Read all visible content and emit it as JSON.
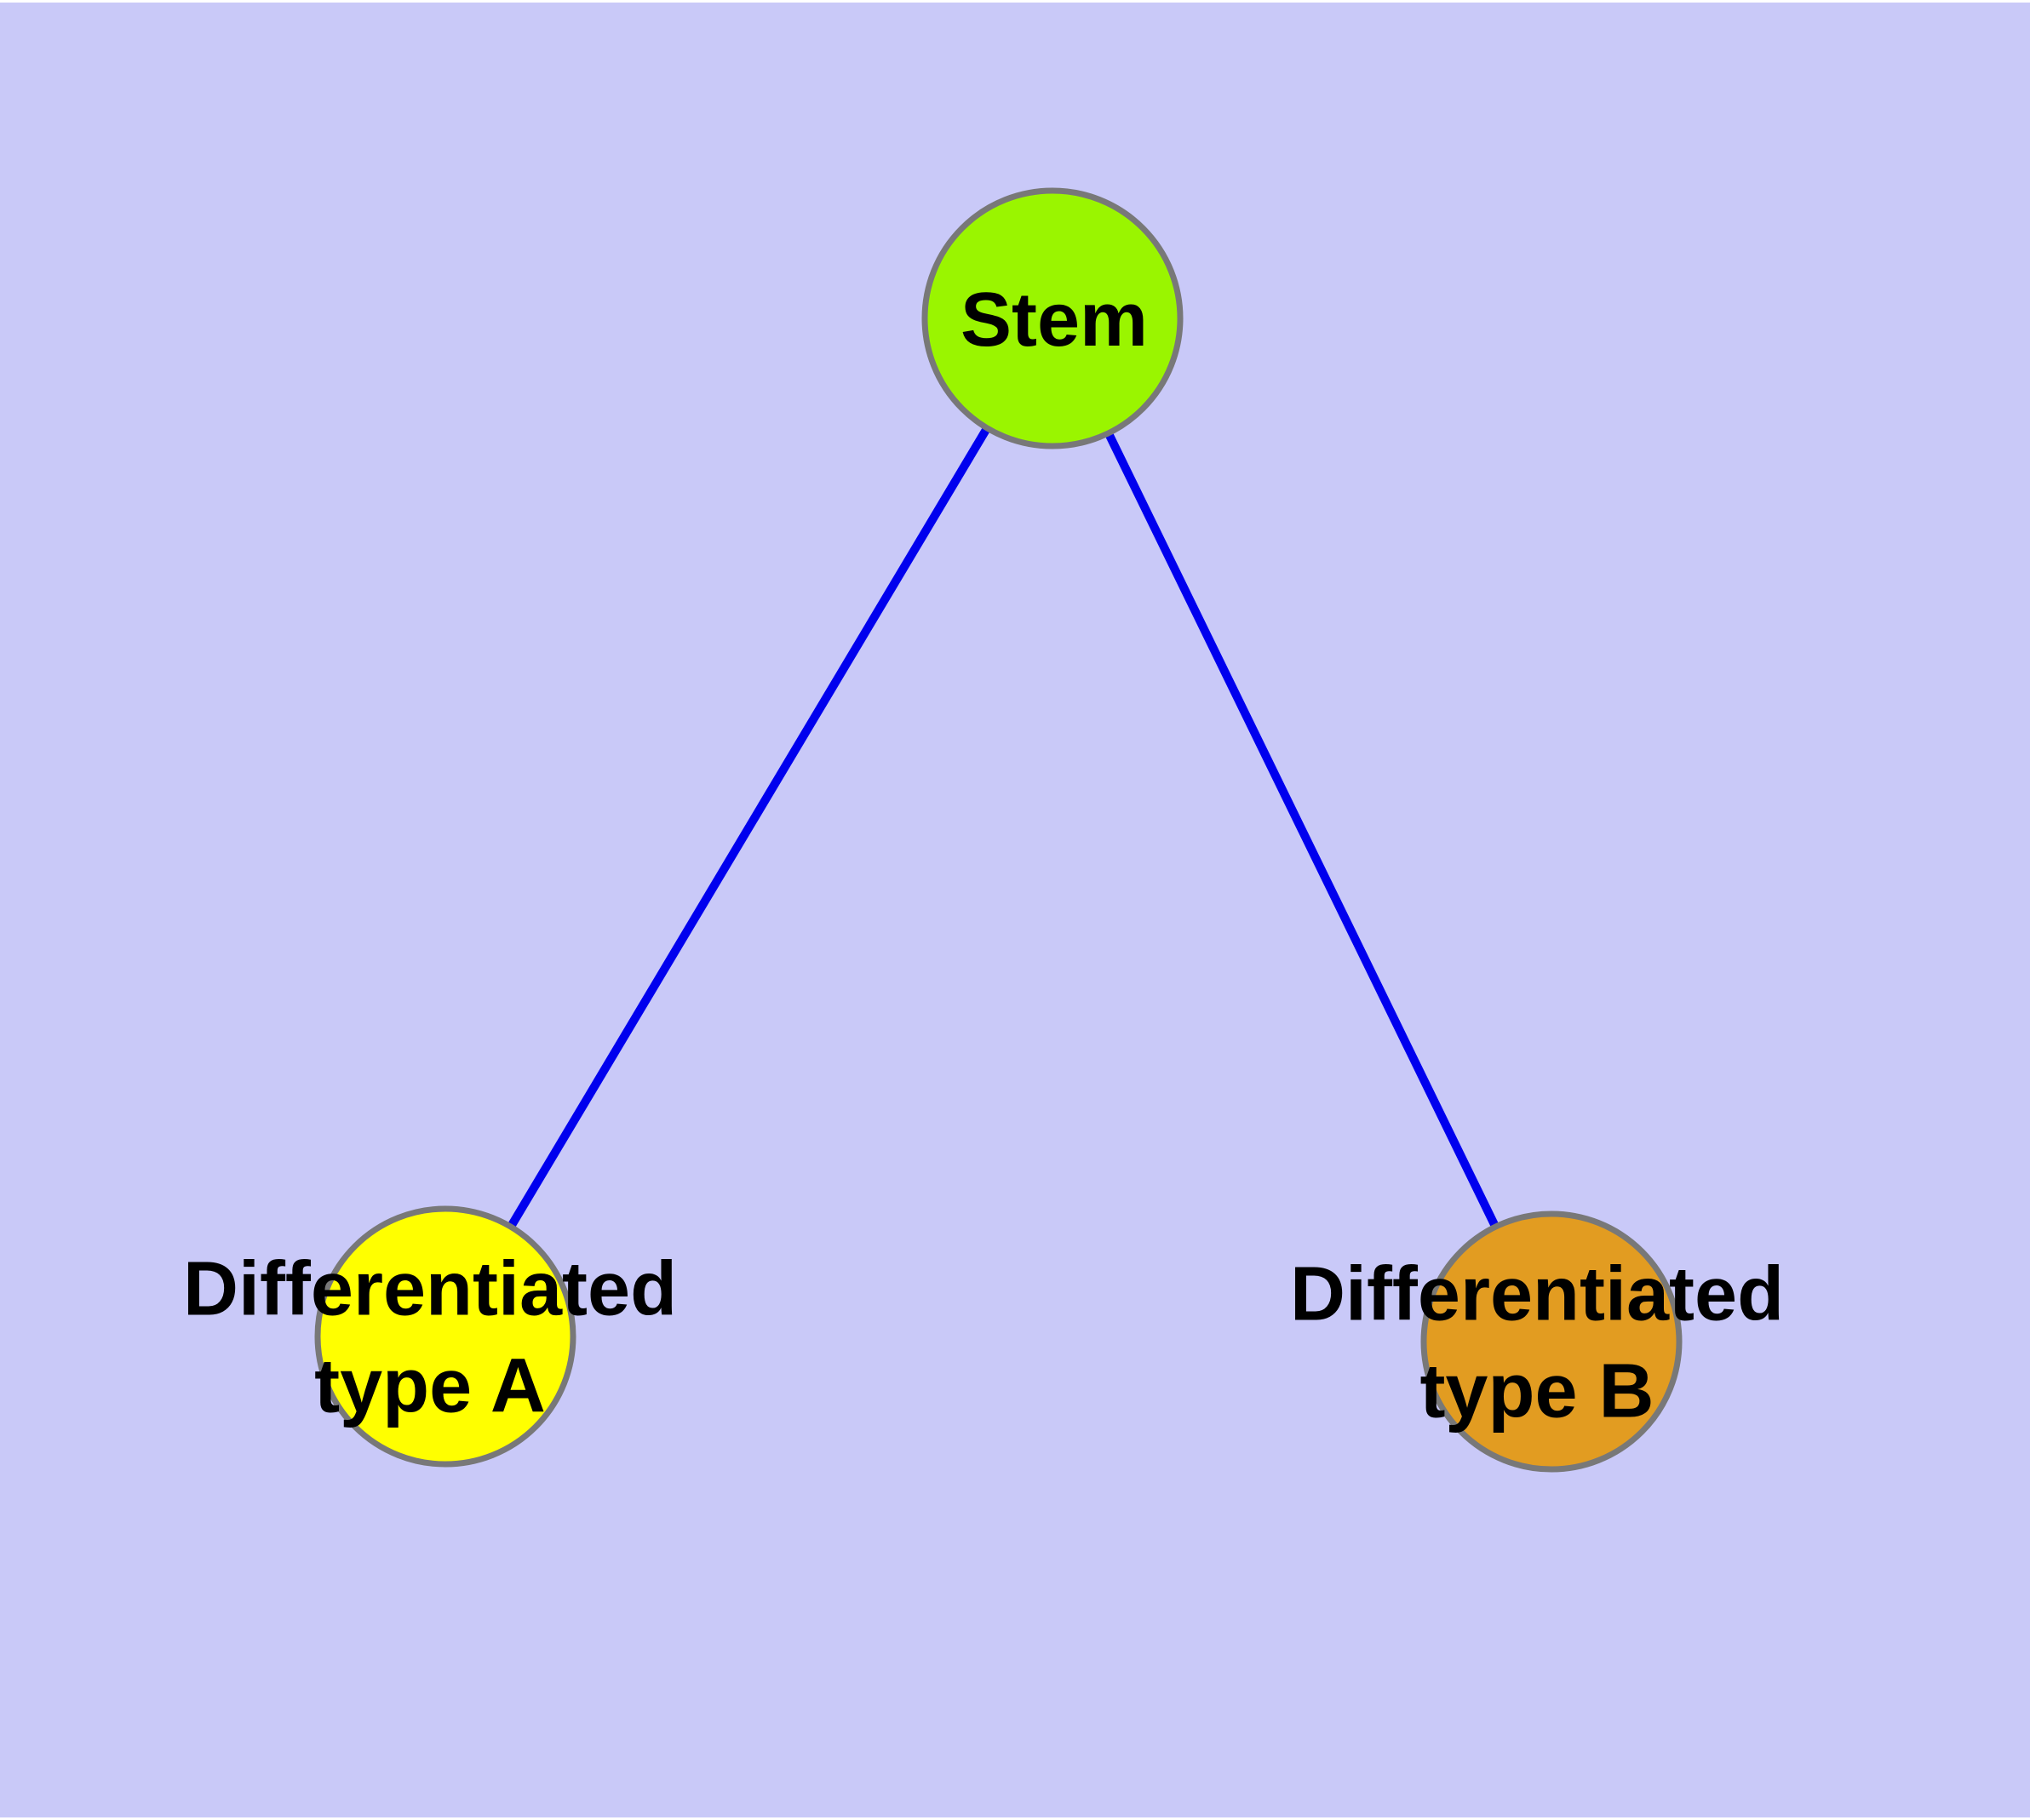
{
  "diagram": {
    "background_color": "#C9C9F8",
    "edge_color": "#0000EE",
    "node_border_color": "#787878",
    "text_color": "#000000",
    "nodes": [
      {
        "id": "stem",
        "lines": [
          "Stem"
        ],
        "fill": "#9AF500"
      },
      {
        "id": "differentiated-type-a",
        "lines": [
          "Differentiated",
          "type A"
        ],
        "fill": "#FFFF00"
      },
      {
        "id": "differentiated-type-b",
        "lines": [
          "Differentiated",
          "type B"
        ],
        "fill": "#E29C21"
      }
    ],
    "edges": [
      {
        "from": "stem",
        "to": "differentiated-type-a"
      },
      {
        "from": "stem",
        "to": "differentiated-type-b"
      }
    ]
  }
}
